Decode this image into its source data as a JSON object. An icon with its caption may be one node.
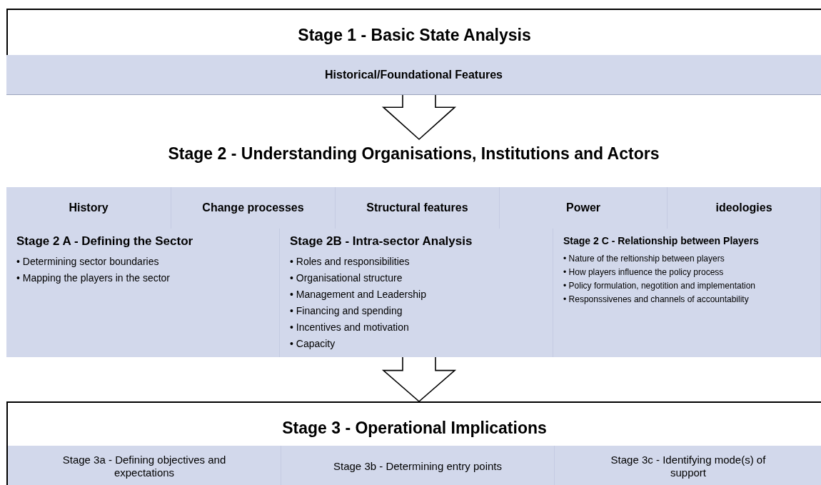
{
  "diagram": {
    "nodes": [
      {
        "text": [
          "Stage 1 - Basic State Analysis"
        ]
      },
      {
        "text": [
          "Historical/Foundational Features"
        ],
        "in": 0
      },
      {
        "text": [
          "Stage 2 - Understanding Organisations, Institutions and Actors"
        ]
      },
      {
        "text": [
          "History"
        ],
        "in": 2
      },
      {
        "text": [
          "Change processes"
        ],
        "in": 2
      },
      {
        "text": [
          "Structural features"
        ],
        "in": 2
      },
      {
        "text": [
          "Power"
        ],
        "in": 2
      },
      {
        "text": [
          "ideologies"
        ],
        "in": 2
      },
      {
        "text": [
          "Stage 2 A - Defining the Sector",
          "• Determining sector boundaries",
          "• Mapping the players in the sector"
        ],
        "in": 2
      },
      {
        "text": [
          "Stage 2B - Intra-sector Analysis",
          "• Roles and responsibilities",
          "• Organisational structure",
          "• Management and Leadership",
          "• Financing and spending",
          "• Incentives and motivation",
          "• Capacity"
        ],
        "in": 2
      },
      {
        "text": [
          "Stage 2 C - Relationship between Players",
          "• Nature of the reltionship between players",
          "• How players influence the policy process",
          "• Policy formulation, negotition and implementation",
          "• Responssivenes and channels of accountability"
        ],
        "in": 2
      },
      {
        "text": [
          "Stage 3 - Operational Implications"
        ]
      },
      {
        "text": [
          "Stage 3a - Defining objectives and expectations"
        ],
        "in": 11
      },
      {
        "text": [
          "Stage 3b - Determining entry points"
        ],
        "in": 11
      },
      {
        "text": [
          "Stage 3c  - Identifying mode(s) of support"
        ],
        "in": 11
      }
    ],
    "edges": [
      {
        "from": 0,
        "to": 2,
        "arrow": "to"
      },
      {
        "from": 2,
        "to": 11,
        "arrow": "to"
      }
    ]
  }
}
